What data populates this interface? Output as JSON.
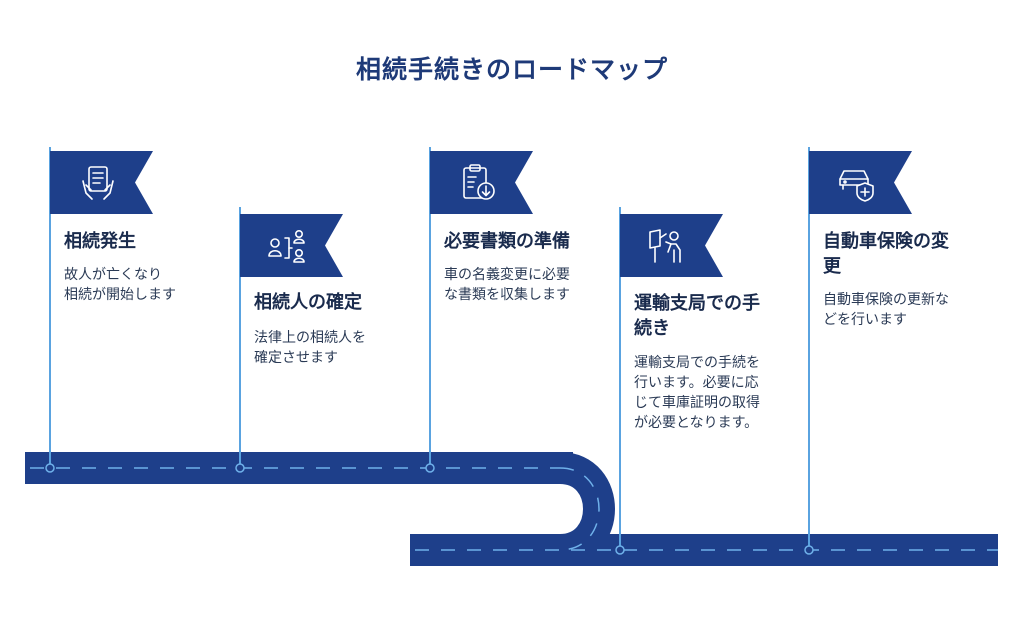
{
  "title": "相続手続きのロードマップ",
  "colors": {
    "road": "#1e3f8a",
    "flag": "#1e3f8a",
    "line": "#5aa3e0",
    "text": "#1a2b4d"
  },
  "steps": [
    {
      "icon": "document-hands-icon",
      "title": "相続発生",
      "desc": [
        "故人が亡くなり",
        "相続が開始します"
      ]
    },
    {
      "icon": "heirs-org-icon",
      "title": "相続人の確定",
      "desc": [
        "法律上の相続人を",
        "確定させます"
      ]
    },
    {
      "icon": "clipboard-download-icon",
      "title": "必要書類の準備",
      "desc": [
        "車の名義変更に必要",
        "な書類を収集します"
      ]
    },
    {
      "icon": "person-signpost-icon",
      "title": [
        "運輸支局での手",
        "続き"
      ],
      "desc": [
        "運輸支局での手続を",
        "行います。必要に応",
        "じて車庫証明の取得",
        "が必要となります。"
      ]
    },
    {
      "icon": "car-shield-icon",
      "title": [
        "自動車保険の変",
        "更"
      ],
      "desc": [
        "自動車保険の更新な",
        "どを行います"
      ]
    }
  ]
}
